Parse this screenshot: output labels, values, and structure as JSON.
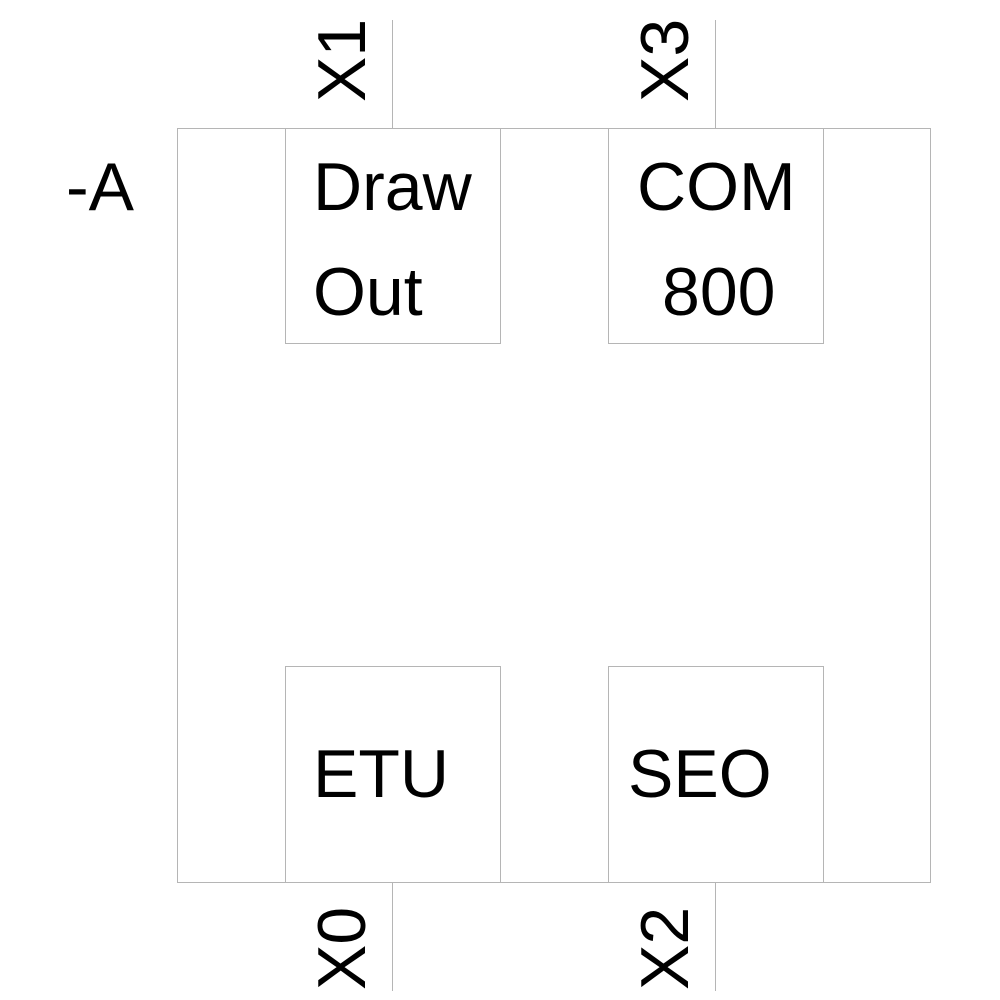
{
  "component": {
    "reference": "-A"
  },
  "modules": {
    "draw_out": {
      "line1": "Draw",
      "line2": "Out"
    },
    "com": {
      "line1": "COM",
      "line2": "800"
    },
    "etu": {
      "label": "ETU"
    },
    "seo": {
      "label": "SEO"
    }
  },
  "ports": {
    "x0": "X0",
    "x1": "X1",
    "x2": "X2",
    "x3": "X3"
  },
  "colors": {
    "line": "#b5b5b5",
    "text": "#000000",
    "background": "#ffffff"
  }
}
